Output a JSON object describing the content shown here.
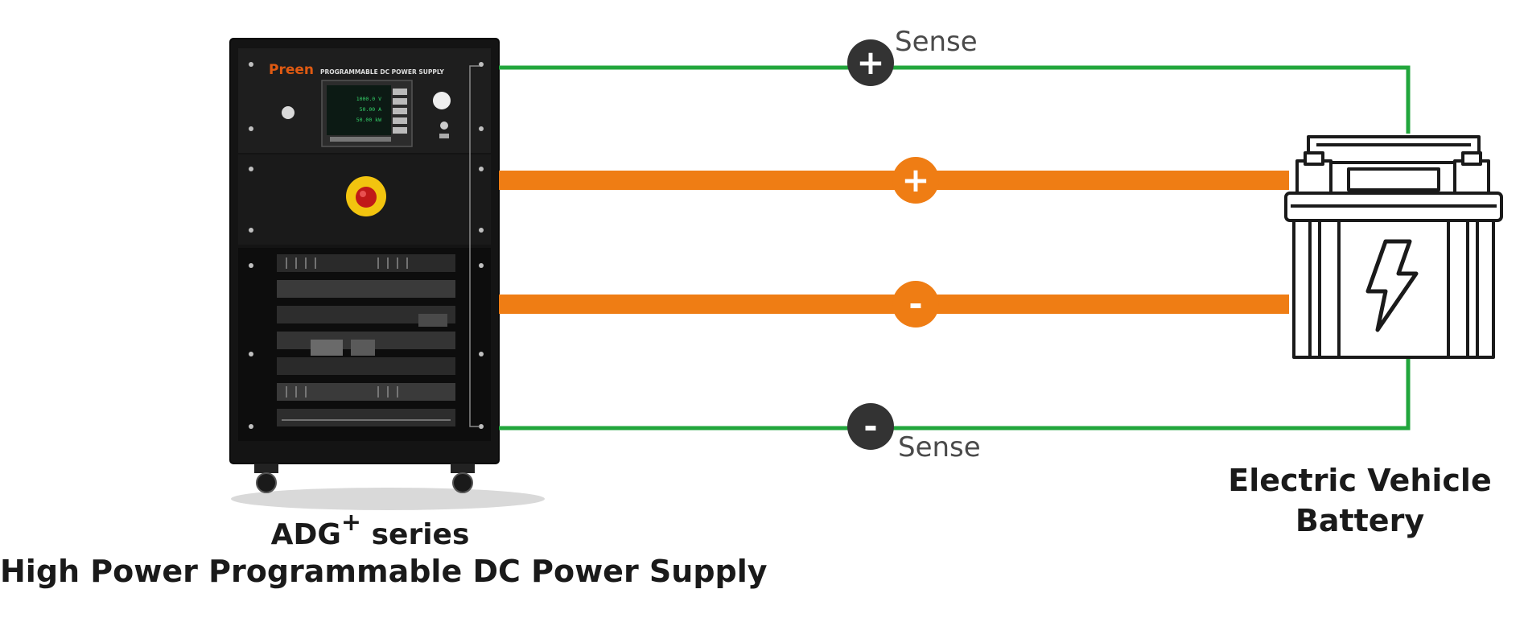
{
  "colors": {
    "sense_wire": "#22a63c",
    "power_wire": "#ef7d14",
    "sense_badge": "#333333",
    "cabinet": "#141414",
    "display_text": "#35d36a",
    "estop": "#f2c40f"
  },
  "supply": {
    "brand": "Preen",
    "panel_title": "PROGRAMMABLE DC POWER SUPPLY",
    "display": {
      "readings": [
        "1000.0 V",
        "50.00 A",
        "50.00 kW"
      ]
    },
    "caption_series_name": "ADG",
    "caption_series_sup": "+",
    "caption_series_suffix": "series",
    "caption_product": "High Power Programmable DC Power Supply"
  },
  "connections": {
    "sense_pos": {
      "symbol": "+",
      "label": "Sense"
    },
    "power_pos": {
      "symbol": "+"
    },
    "power_neg": {
      "symbol": "-"
    },
    "sense_neg": {
      "symbol": "-",
      "label": "Sense"
    }
  },
  "battery": {
    "caption_line1": "Electric Vehicle",
    "caption_line2": "Battery",
    "icon": "lightning-bolt-icon"
  }
}
